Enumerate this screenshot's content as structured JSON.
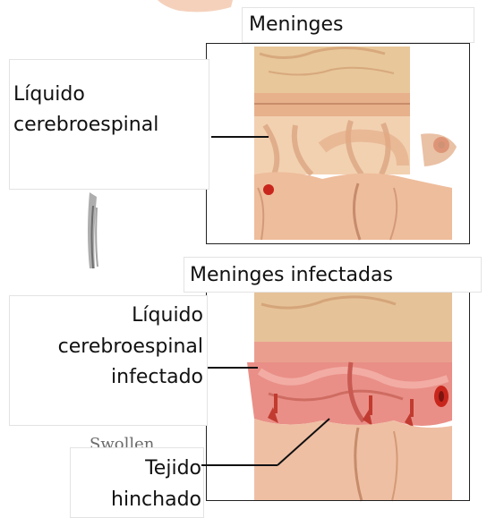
{
  "title_normal": "Meninges",
  "title_infected": "Meninges infectadas",
  "label_csf_line1": "Líquido",
  "label_csf_line2": "cerebroespinal",
  "label_infected_line1": "Líquido",
  "label_infected_line2": "cerebroespinal",
  "label_infected_line3": "infectado",
  "label_swollen_line1": "Tejido",
  "label_swollen_line2": "hinchado",
  "background_partial_text": "Swollen",
  "colors": {
    "skin_tone": "#f3c9b0",
    "bone": "#e8c79a",
    "tissue_normal": "#eec4a0",
    "tissue_infected": "#e98f87",
    "vessel": "#c8261c"
  }
}
